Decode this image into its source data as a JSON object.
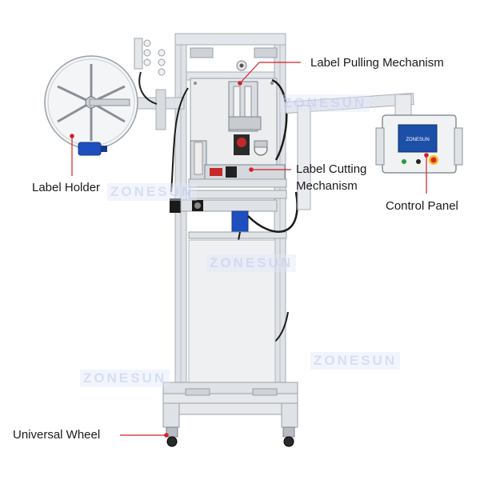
{
  "callouts": {
    "label_pulling": "Label Pulling Mechanism",
    "label_cutting_line1": "Label Cutting",
    "label_cutting_line2": "Mechanism",
    "label_holder": "Label Holder",
    "control_panel": "Control Panel",
    "universal_wheel": "Universal Wheel"
  },
  "watermark_text": "ZONESUN",
  "panel_screen_text": "ZONESUN",
  "colors": {
    "callout_line": "#d4202a",
    "frame": "#d9dde2",
    "frame_edge": "#a9afb6",
    "panel_blue": "#1b4fa8",
    "motor_blue": "#1f4fbf",
    "emergency_red": "#d8282c",
    "emergency_yellow": "#f2c21a",
    "watermark": "#c9d3f0"
  }
}
